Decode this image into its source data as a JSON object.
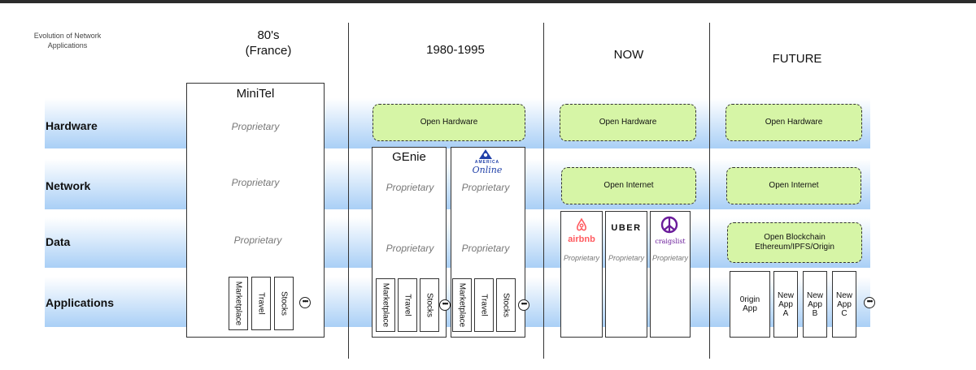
{
  "corner_title": "Evolution of Network Applications",
  "eras": [
    "80's\n(France)",
    "1980-1995",
    "NOW",
    "FUTURE"
  ],
  "rows": [
    "Hardware",
    "Network",
    "Data",
    "Applications"
  ],
  "minitel": {
    "title": "MiniTel",
    "layers": [
      "Proprietary",
      "Proprietary",
      "Proprietary"
    ],
    "apps": [
      "Marketplace",
      "Travel",
      "Stocks"
    ]
  },
  "era1980": {
    "hardware": "Open Hardware",
    "genie": {
      "title": "GEnie",
      "layers": [
        "Proprietary",
        "Proprietary"
      ],
      "apps": [
        "Marketplace",
        "Travel",
        "Stocks"
      ]
    },
    "aol": {
      "logo_line1": "AMERICA",
      "logo_line2": "Online",
      "layers": [
        "Proprietary",
        "Proprietary"
      ],
      "apps": [
        "Marketplace",
        "Travel",
        "Stocks"
      ]
    }
  },
  "now": {
    "hardware": "Open Hardware",
    "network": "Open Internet",
    "apps": [
      {
        "logo_text": "airbnb",
        "label": "Proprietary",
        "icon": "airbnb-logo-icon",
        "color": "#ff5a5f"
      },
      {
        "logo_text": "UBER",
        "label": "Proprietary",
        "icon": "uber-logo",
        "color": "#111111"
      },
      {
        "logo_text": "craigslist",
        "label": "Proprietary",
        "icon": "peace-sign-icon",
        "color": "#6a1b9a"
      }
    ]
  },
  "future": {
    "hardware": "Open Hardware",
    "network": "Open Internet",
    "data": "Open Blockchain\nEthereum/IPFS/Origin",
    "apps": [
      "0rigin\nApp",
      "New\nApp\nA",
      "New\nApp\nB",
      "New\nApp\nC"
    ]
  },
  "more_symbol": "•••",
  "colors": {
    "band": "#a9cff6",
    "open": "#d6f5a6"
  }
}
